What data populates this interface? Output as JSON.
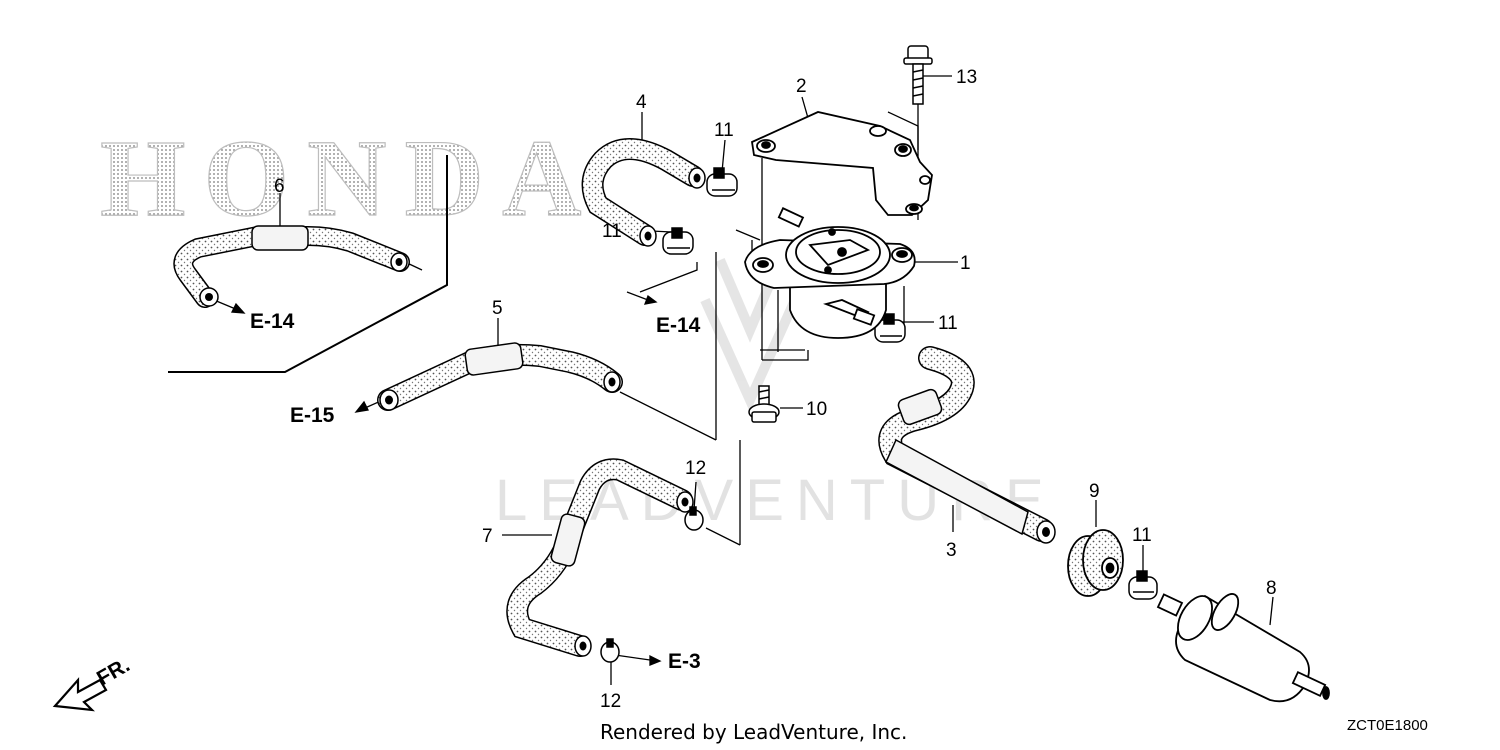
{
  "watermark": {
    "brand": "HONDA",
    "vendor": "LEADVENTURE"
  },
  "callouts": [
    "1",
    "2",
    "3",
    "4",
    "5",
    "6",
    "7",
    "8",
    "9",
    "10",
    "11",
    "11",
    "11",
    "11",
    "12",
    "12",
    "13"
  ],
  "references": [
    "E-14",
    "E-14",
    "E-15",
    "E-3"
  ],
  "direction_label": "FR.",
  "footer": "Rendered by LeadVenture, Inc.",
  "diagram_code": "ZCT0E1800",
  "colors": {
    "line": "#000000",
    "hose_fill": "#f4f4f4",
    "watermark": "#cfcfcf"
  }
}
